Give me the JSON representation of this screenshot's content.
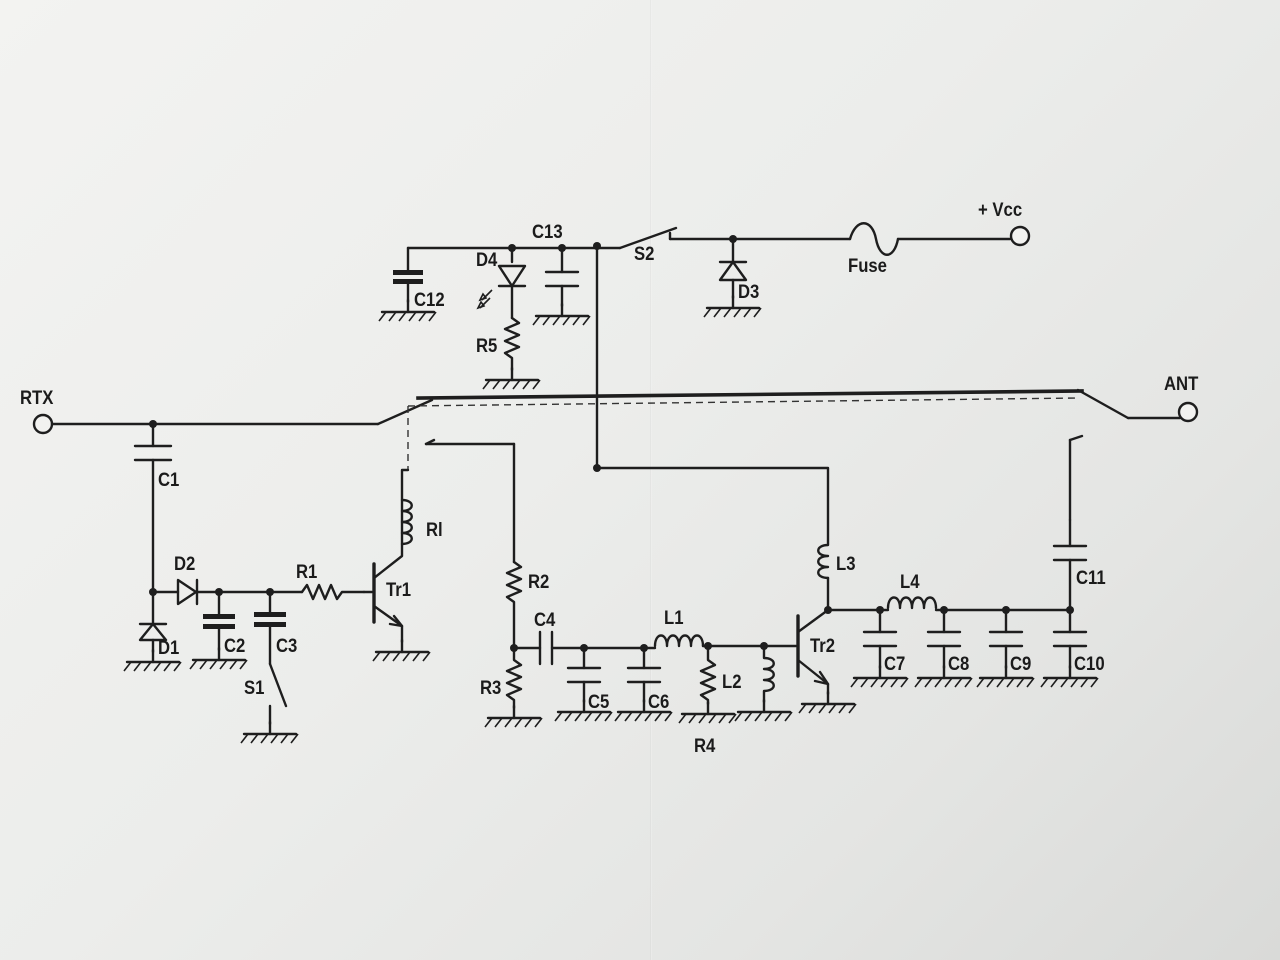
{
  "terminals": {
    "rtx": "RTX",
    "ant": "ANT",
    "vcc": "+ Vcc"
  },
  "components": {
    "c1": "C1",
    "c2": "C2",
    "c3": "C3",
    "c4": "C4",
    "c5": "C5",
    "c6": "C6",
    "c7": "C7",
    "c8": "C8",
    "c9": "C9",
    "c10": "C10",
    "c11": "C11",
    "c12": "C12",
    "c13": "C13",
    "d1": "D1",
    "d2": "D2",
    "d3": "D3",
    "d4": "D4",
    "r1": "R1",
    "r2": "R2",
    "r3": "R3",
    "r4": "R4",
    "r5": "R5",
    "rl": "Rl",
    "l1": "L1",
    "l2": "L2",
    "l3": "L3",
    "l4": "L4",
    "tr1": "Tr1",
    "tr2": "Tr2",
    "s1": "S1",
    "s2": "S2",
    "fuse": "Fuse"
  }
}
